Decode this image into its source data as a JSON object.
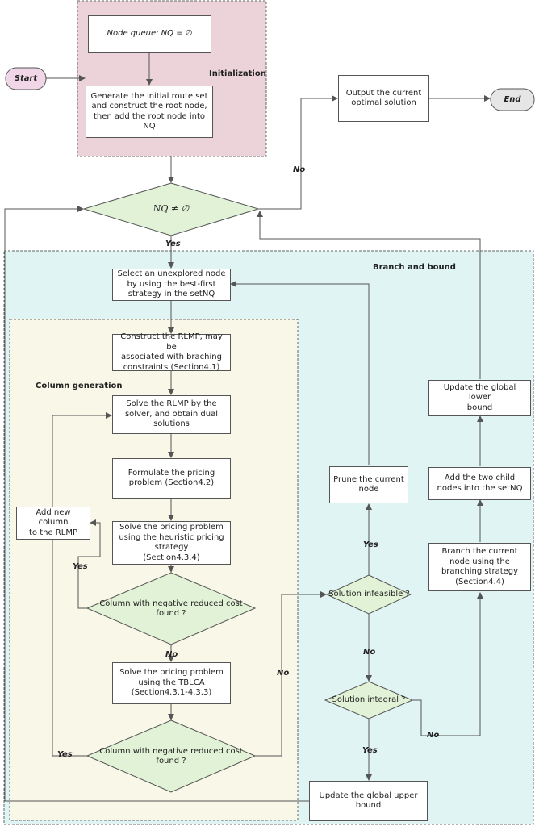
{
  "regions": {
    "initialization": "Initialization",
    "branch_and_bound": "Branch and bound",
    "column_generation": "Column generation"
  },
  "terminals": {
    "start": "Start",
    "end": "End"
  },
  "nodes": {
    "node_queue": "Node queue: NQ = ∅",
    "generate_initial": "Generate the initial route set\nand construct the root node,\nthen add the root node into\nNQ",
    "output_solution": "Output the current\noptimal solution",
    "nq_check": "NQ ≠ ∅",
    "select_node": "Select an unexplored node\nby using the best-first\nstrategy in the setNQ",
    "construct_rlmp": "Construct the RLMP, may be\nassociated with braching\nconstraints (Section4.1)",
    "solve_rlmp": "Solve the RLMP by the\nsolver, and obtain dual\nsolutions",
    "formulate_pricing": "Formulate the pricing\nproblem (Section4.2)",
    "solve_pricing_heuristic": "Solve the pricing problem\nusing the heuristic pricing\nstrategy\n(Section4.3.4)",
    "neg_cost_1": "Column with negative reduced cost\nfound ?",
    "add_column": "Add new column\nto the RLMP",
    "solve_pricing_tblca": "Solve the pricing problem\nusing the TBLCA\n(Section4.3.1-4.3.3)",
    "neg_cost_2": "Column with negative reduced cost\nfound ?",
    "solution_infeasible": "Solution infeasible ?",
    "prune_node": "Prune the current\nnode",
    "solution_integral": "Solution integral ?",
    "update_upper": "Update the global upper\nbound",
    "branch_node": "Branch the current\nnode using the\nbranching strategy\n(Section4.4)",
    "add_children": "Add the two child\nnodes into the setNQ",
    "update_lower": "Update the global lower\nbound"
  },
  "edge_labels": {
    "no_output": "No",
    "yes_bb": "Yes",
    "yes_add_col": "Yes",
    "no_tblca": "No",
    "yes_add_col_2": "Yes",
    "no_infeasible": "No",
    "yes_prune": "Yes",
    "no_integral": "No",
    "no_branch": "No",
    "yes_upper": "Yes"
  },
  "colors": {
    "initialization_fill": "#ecd3da",
    "branch_bound_fill": "#dff4f3",
    "column_generation_fill": "#f8f7e8",
    "decision_fill": "#e2f2d6",
    "start_fill": "#f0d6e6",
    "end_fill": "#e6e6e6",
    "line": "#555555"
  }
}
